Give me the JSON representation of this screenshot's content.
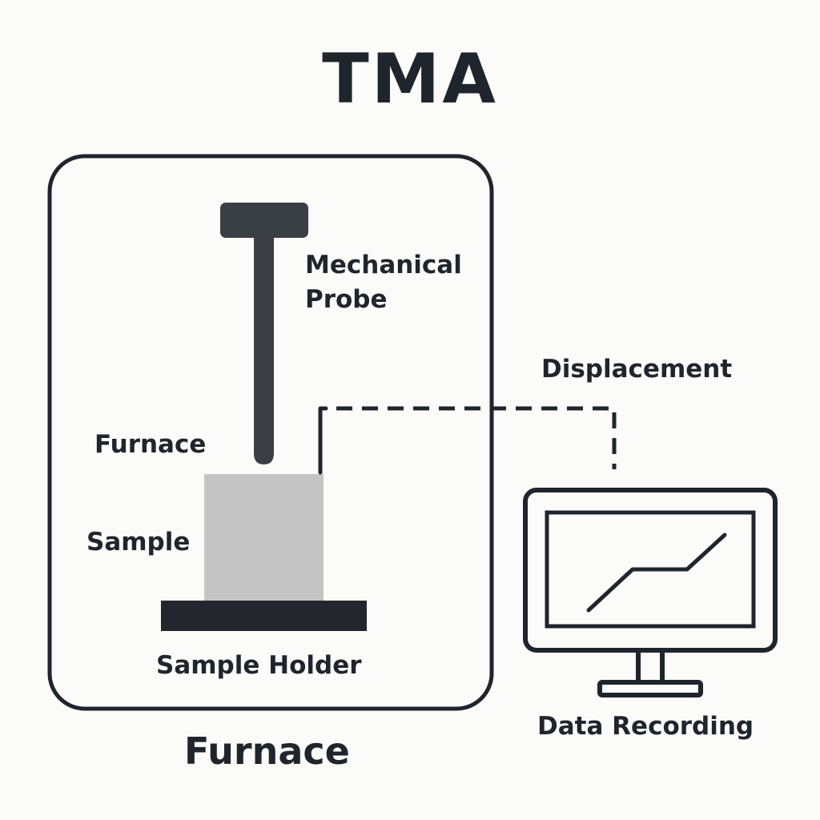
{
  "title": "TMA",
  "labels": {
    "probe_line1": "Mechanical",
    "probe_line2": "Probe",
    "furnace_inner": "Furnace",
    "sample": "Sample",
    "sample_holder": "Sample Holder",
    "furnace_outer": "Furnace",
    "displacement": "Displacement",
    "data_recording": "Data Recording"
  },
  "colors": {
    "ink": "#1f252d",
    "probe": "#3a3f46",
    "sample_fill": "#c4c4c4",
    "holder": "#23272d",
    "background": "#fbfbfa"
  },
  "icons": {
    "monitor": "monitor-icon",
    "graph": "line-graph-icon"
  }
}
